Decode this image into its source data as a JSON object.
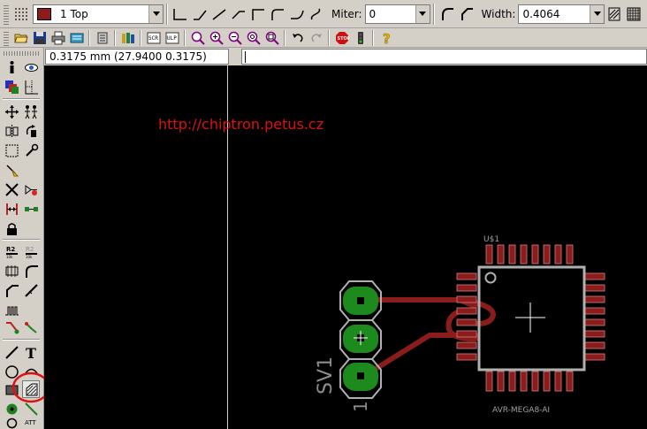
{
  "toolbar": {
    "layer_name": "1 Top",
    "layer_color": "#8a1c1c",
    "miter_label": "Miter:",
    "miter_value": "0",
    "width_label": "Width:",
    "width_value": "0.4064"
  },
  "status": {
    "coordinates": "0.3175 mm (27.9400 0.3175)",
    "command": ""
  },
  "board": {
    "watermark": "http://chiptron.petus.cz",
    "connector_name": "SV1",
    "connector_pin": "1",
    "chip_name": "U$1",
    "chip_value": "AVR-MEGA8-AI",
    "colors": {
      "background": "#000000",
      "top_copper": "#8a1c1c",
      "pad": "#1d8a1d",
      "outline": "#b0b0b0",
      "watermark": "#e01010",
      "highlight_circle": "#e01010"
    }
  },
  "icons": {
    "toolbar_row1": [
      "grid-icon",
      "layer-select",
      "wire-bend-90-icon",
      "wire-bend-45-icon",
      "wire-bend-straight-icon",
      "wire-bend-45b-icon",
      "wire-bend-90b-icon",
      "wire-bend-arc-icon",
      "wire-bend-arc2-icon",
      "wire-bend-free-icon",
      "miter-round-icon",
      "miter-straight-icon",
      "width-lock-icon",
      "width-grid-icon"
    ],
    "toolbar_row2": [
      "open-icon",
      "save-icon",
      "print-icon",
      "cam-icon",
      "run-icon",
      "library-icon",
      "script-icon",
      "ulp-icon",
      "zoom-fit-icon",
      "zoom-in-icon",
      "zoom-out-icon",
      "redraw-icon",
      "zoom-select-icon",
      "undo-icon",
      "redo-icon",
      "stop-icon",
      "go-icon",
      "help-icon"
    ],
    "left_toolbar": [
      "info-icon",
      "show-icon",
      "display-icon",
      "mark-icon",
      "move-icon",
      "copy-icon",
      "mirror-icon",
      "rotate-icon",
      "group-icon",
      "change-icon",
      "paste-icon",
      "delete-icon",
      "add-icon",
      "pinswap-icon",
      "replace-icon",
      "lock-icon",
      "name-icon",
      "value-icon",
      "smash-icon",
      "miter-icon",
      "split-icon",
      "optimize-icon",
      "route-icon",
      "ripup-icon",
      "wire-icon",
      "text-icon",
      "circle-icon",
      "arc-icon",
      "rect-icon",
      "polygon-icon",
      "via-icon",
      "signal-icon"
    ]
  }
}
